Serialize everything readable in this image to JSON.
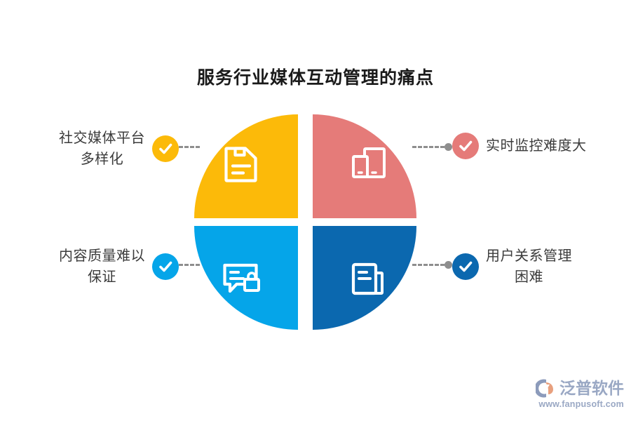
{
  "title": "服务行业媒体互动管理的痛点",
  "colors": {
    "yellow": "#FCBA09",
    "red": "#E57B79",
    "light_blue": "#05A5E9",
    "dark_blue": "#0B68AF",
    "connector": "#8e8e8e",
    "title_text": "#1a1a1a",
    "label_text": "#3b3b3b",
    "logo": "#9aa8c4"
  },
  "quadrants": [
    {
      "id": "top-left",
      "color": "#FCBA09",
      "icon": "save-document-icon",
      "label": "社交媒体平台\n多样化",
      "badge_color": "#FCBA09"
    },
    {
      "id": "top-right",
      "color": "#E57B79",
      "icon": "devices-icon",
      "label": "实时监控难度大",
      "badge_color": "#E57B79"
    },
    {
      "id": "bottom-left",
      "color": "#05A5E9",
      "icon": "secure-chat-icon",
      "label": "内容质量难以\n保证",
      "badge_color": "#05A5E9"
    },
    {
      "id": "bottom-right",
      "color": "#0B68AF",
      "icon": "book-icon",
      "label": "用户关系管理\n困难",
      "badge_color": "#0B68AF"
    }
  ],
  "logo": {
    "mark": "fanpu-logo-icon",
    "name": "泛普软件",
    "url": "www.fanpusoft.com"
  }
}
